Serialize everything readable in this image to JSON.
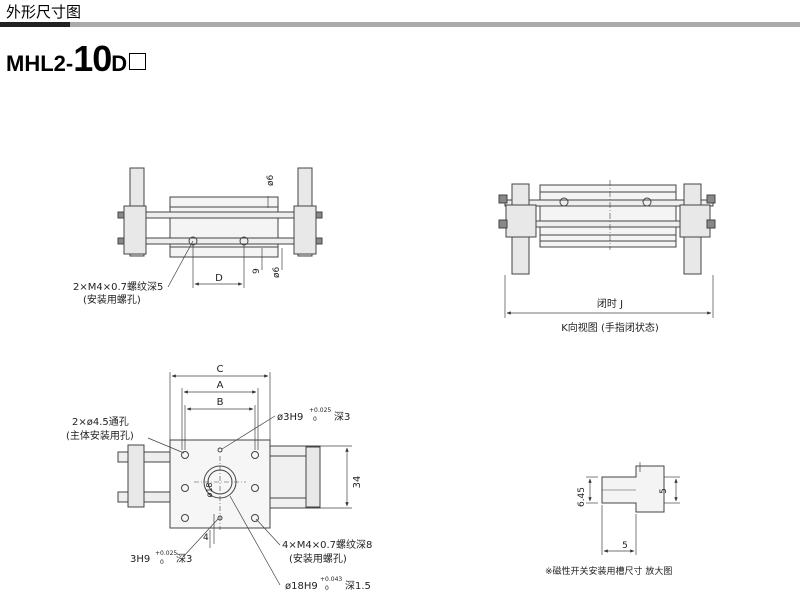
{
  "header": {
    "title": "外形尺寸图",
    "model_prefix": "MHL2-",
    "model_size": "10",
    "model_suffix": "D"
  },
  "top_left_view": {
    "dim_d": "D",
    "dim_phi6_top": "ø6",
    "dim_phi6_bottom": "ø6",
    "dim_9": "9",
    "callout_line1": "2×M4×0.7螺纹深5",
    "callout_line2": "(安装用螺孔)"
  },
  "k_view": {
    "dim_label": "闭时 J",
    "caption": "K向视图 (手指闭状态)"
  },
  "bottom_view": {
    "dim_c": "C",
    "dim_a": "A",
    "dim_b": "B",
    "dim_34": "34",
    "dim_4": "4",
    "phi_label": "ø18",
    "hole_a_line1": "2×ø4.5通孔",
    "hole_a_line2": "(主体安装用孔)",
    "pin_top_base": "ø3H9",
    "pin_top_tol_upper": "+0.025",
    "pin_top_tol_lower": "0",
    "pin_top_depth": "深3",
    "pin_bot_base": "3H9",
    "pin_bot_tol_upper": "+0.025",
    "pin_bot_tol_lower": "0",
    "pin_bot_depth": "深3",
    "thread_line1": "4×M4×0.7螺纹深8",
    "thread_line2": "(安装用螺孔)",
    "bore_base": "ø18H9",
    "bore_tol_upper": "+0.043",
    "bore_tol_lower": "0",
    "bore_depth": "深1.5"
  },
  "slot_detail": {
    "dim_645": "6.45",
    "dim_5_right": "5",
    "dim_5_bottom": "5",
    "caption": "※磁性开关安装用槽尺寸  放大图"
  }
}
